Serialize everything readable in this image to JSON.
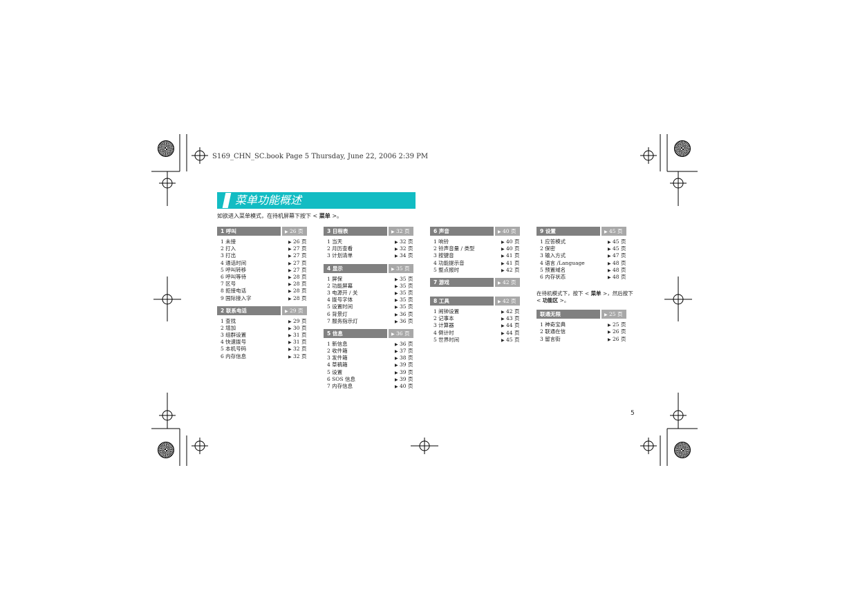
{
  "header_line": "S169_CHN_SC.book  Page 5  Thursday, June 22, 2006  2:39 PM",
  "title": "菜单功能概述",
  "intro": {
    "prefix": "如欲进入菜单模式，在待机屏幕下按下 < ",
    "bold": "菜单",
    "suffix": " >。"
  },
  "note": {
    "p1": "在待机模式下，按下 < ",
    "b1": "菜单",
    "p2": " >，然后按下 < ",
    "b2": "功能区",
    "p3": " >。"
  },
  "page_number": "5",
  "columns": [
    {
      "sections": [
        {
          "name": "1  呼叫",
          "page": "26 页",
          "items": [
            {
              "label": "1  未接",
              "page": "26 页"
            },
            {
              "label": "2  打入",
              "page": "27 页"
            },
            {
              "label": "3  打出",
              "page": "27 页"
            },
            {
              "label": "4  通话时间",
              "page": "27 页"
            },
            {
              "label": "5  呼叫转移",
              "page": "27 页"
            },
            {
              "label": "6  呼叫等待",
              "page": "28 页"
            },
            {
              "label": "7  区号",
              "page": "28 页"
            },
            {
              "label": "8  拒接电话",
              "page": "28 页"
            },
            {
              "label": "9  国际接入字",
              "page": "28 页"
            }
          ]
        },
        {
          "name": "2  联系电话",
          "page": "29 页",
          "items": [
            {
              "label": "1  查找",
              "page": "29 页"
            },
            {
              "label": "2  增加",
              "page": "30 页"
            },
            {
              "label": "3  组群设置",
              "page": "31 页"
            },
            {
              "label": "4  快速拨号",
              "page": "31 页"
            },
            {
              "label": "5  本机号码",
              "page": "32 页"
            },
            {
              "label": "6  内存信息",
              "page": "32 页"
            }
          ]
        }
      ]
    },
    {
      "sections": [
        {
          "name": "3  日程表",
          "page": "32 页",
          "items": [
            {
              "label": "1  当天",
              "page": "32 页"
            },
            {
              "label": "2  月历查看",
              "page": "32 页"
            },
            {
              "label": "3  计划清单",
              "page": "34 页"
            }
          ]
        },
        {
          "name": "4  显示",
          "page": "35 页",
          "items": [
            {
              "label": "1  屏保",
              "page": "35 页"
            },
            {
              "label": "2  功能屏幕",
              "page": "35 页"
            },
            {
              "label": "3  电源开 / 关",
              "page": "35 页"
            },
            {
              "label": "4  拨号字体",
              "page": "35 页"
            },
            {
              "label": "5  设置时间",
              "page": "35 页"
            },
            {
              "label": "6  背景灯",
              "page": "36 页"
            },
            {
              "label": "7  服务指示灯",
              "page": "36 页"
            }
          ]
        },
        {
          "name": "5  信息",
          "page": "36 页",
          "items": [
            {
              "label": "1  新信息",
              "page": "36 页"
            },
            {
              "label": "2  收件箱",
              "page": "37 页"
            },
            {
              "label": "3  发件箱",
              "page": "38 页"
            },
            {
              "label": "4  草稿箱",
              "page": "39 页"
            },
            {
              "label": "5  设置",
              "page": "39 页"
            },
            {
              "label": "6   SOS 信息",
              "page": "39 页"
            },
            {
              "label": "7  内存信息",
              "page": "40 页"
            }
          ]
        }
      ]
    },
    {
      "sections": [
        {
          "name": "6  声音",
          "page": "40 页",
          "items": [
            {
              "label": "1  响铃",
              "page": "40 页"
            },
            {
              "label": "2  铃声音量 / 类型",
              "page": "40 页"
            },
            {
              "label": "3  按键音",
              "page": "41 页"
            },
            {
              "label": "4  功能提示音",
              "page": "41 页"
            },
            {
              "label": "5  整点报时",
              "page": "42 页"
            }
          ]
        },
        {
          "name": "7  游戏",
          "page": "42 页",
          "items": []
        },
        {
          "name": "8  工具",
          "page": "42 页",
          "items": [
            {
              "label": "1  闹钟设置",
              "page": "42 页"
            },
            {
              "label": "2  记事本",
              "page": "43 页"
            },
            {
              "label": "3  计算器",
              "page": "44 页"
            },
            {
              "label": "4  倒计时",
              "page": "44 页"
            },
            {
              "label": "5  世界时间",
              "page": "45 页"
            }
          ]
        }
      ]
    },
    {
      "sections": [
        {
          "name": "9  设置",
          "page": "45 页",
          "items": [
            {
              "label": "1  应答模式",
              "page": "45 页"
            },
            {
              "label": "2  保密",
              "page": "45 页"
            },
            {
              "label": "3  输入方式",
              "page": "47 页"
            },
            {
              "label": "4  语言 /Language",
              "page": "48 页"
            },
            {
              "label": "5  预置域名",
              "page": "48 页"
            },
            {
              "label": "6  内存状态",
              "page": "48 页"
            }
          ]
        },
        {
          "name": "联通无限",
          "page": "25 页",
          "items": [
            {
              "label": "1  神奇宝典",
              "page": "25 页"
            },
            {
              "label": "2  联通在信",
              "page": "26 页"
            },
            {
              "label": "3  留言街",
              "page": "26 页"
            }
          ]
        }
      ]
    }
  ]
}
